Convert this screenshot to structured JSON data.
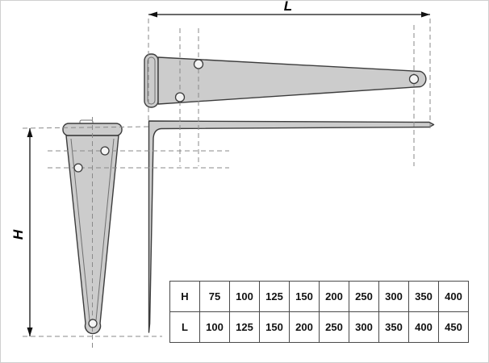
{
  "dimensions": {
    "length_label": "L",
    "height_label": "H"
  },
  "table": {
    "rows": [
      {
        "label": "H",
        "values": [
          "75",
          "100",
          "125",
          "150",
          "200",
          "250",
          "300",
          "350",
          "400"
        ]
      },
      {
        "label": "L",
        "values": [
          "100",
          "125",
          "150",
          "200",
          "250",
          "300",
          "350",
          "400",
          "450"
        ]
      }
    ]
  },
  "colors": {
    "metal": "#cccccc",
    "metal_inner": "#c2c2c2",
    "outline": "#3c3c3c",
    "hole": "#f4f4f4",
    "dash": "#8a8a8a",
    "dimension": "#111111"
  }
}
